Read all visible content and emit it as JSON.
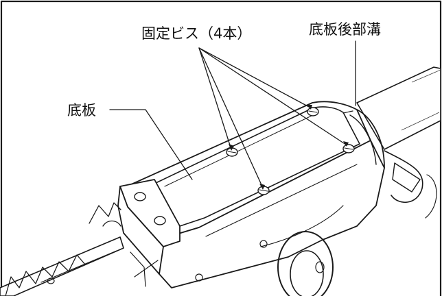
{
  "labels": {
    "screws": "固定ビス（4本）",
    "rear_groove": "底板後部溝",
    "base_plate": "底板"
  },
  "colors": {
    "ink": "#1a1a1a",
    "paper": "#ffffff"
  }
}
